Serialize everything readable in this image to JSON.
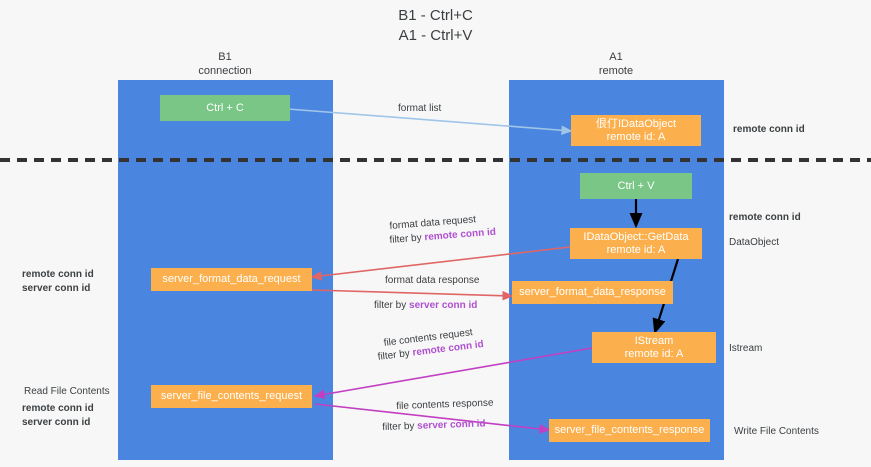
{
  "title": {
    "line1": "B1 - Ctrl+C",
    "line2": "A1 - Ctrl+V"
  },
  "colors": {
    "lane": "#4a86e0",
    "node_green": "#79c686",
    "node_orange": "#fbb04d",
    "remote_conn_id": "#b04fd0",
    "server_conn_id": "#6aa84f",
    "arrow_blue": "#9fc5e8",
    "arrow_red": "#e06666",
    "arrow_magenta": "#c23fc2",
    "arrow_black": "#000000",
    "background": "#f7f7f7"
  },
  "columns": [
    {
      "name": "B1",
      "sub": "connection"
    },
    {
      "name": "A1",
      "sub": "remote"
    }
  ],
  "nodes": {
    "ctrl_c": "Ctrl + C",
    "ctrl_v": "Ctrl + V",
    "idataobject_line1": "佷仃IDataObject",
    "idataobject_line2": "remote id: A",
    "getdata_line1": "IDataObject::GetData",
    "getdata_line2": "remote id: A",
    "istream_line1": "IStream",
    "istream_line2": "remote id: A",
    "server_format_data_request": "server_format_data_request",
    "server_format_data_response": "server_format_data_response",
    "server_file_contents_request": "server_file_contents_request",
    "server_file_contents_response": "server_file_contents_response"
  },
  "edge_labels": {
    "format_list": "format list",
    "format_data_request": "format data request",
    "format_data_request_filter_prefix": "filter by ",
    "format_data_request_filter_value": "remote conn id",
    "format_data_response": "format data response",
    "format_data_response_filter_prefix": "filter by ",
    "format_data_response_filter_value": "server conn id",
    "file_contents_request": "file contents request",
    "file_contents_request_filter_prefix": "filter by ",
    "file_contents_request_filter_value": "remote conn id",
    "file_contents_response": "file contents response",
    "file_contents_response_filter_prefix": "filter by ",
    "file_contents_response_filter_value": "server conn id"
  },
  "annotations": {
    "right_remote_conn_id_top": "remote conn id",
    "right_remote_conn_id_mid": "remote conn id",
    "right_dataobject": "DataObject",
    "right_istream": "Istream",
    "right_write_file_contents": "Write File Contents",
    "left_remote_conn_id_mid": "remote conn id",
    "left_server_conn_id_mid": "server conn id",
    "left_read_file_contents": "Read File Contents",
    "left_remote_conn_id_bottom": "remote conn id",
    "left_server_conn_id_bottom": "server conn id"
  }
}
